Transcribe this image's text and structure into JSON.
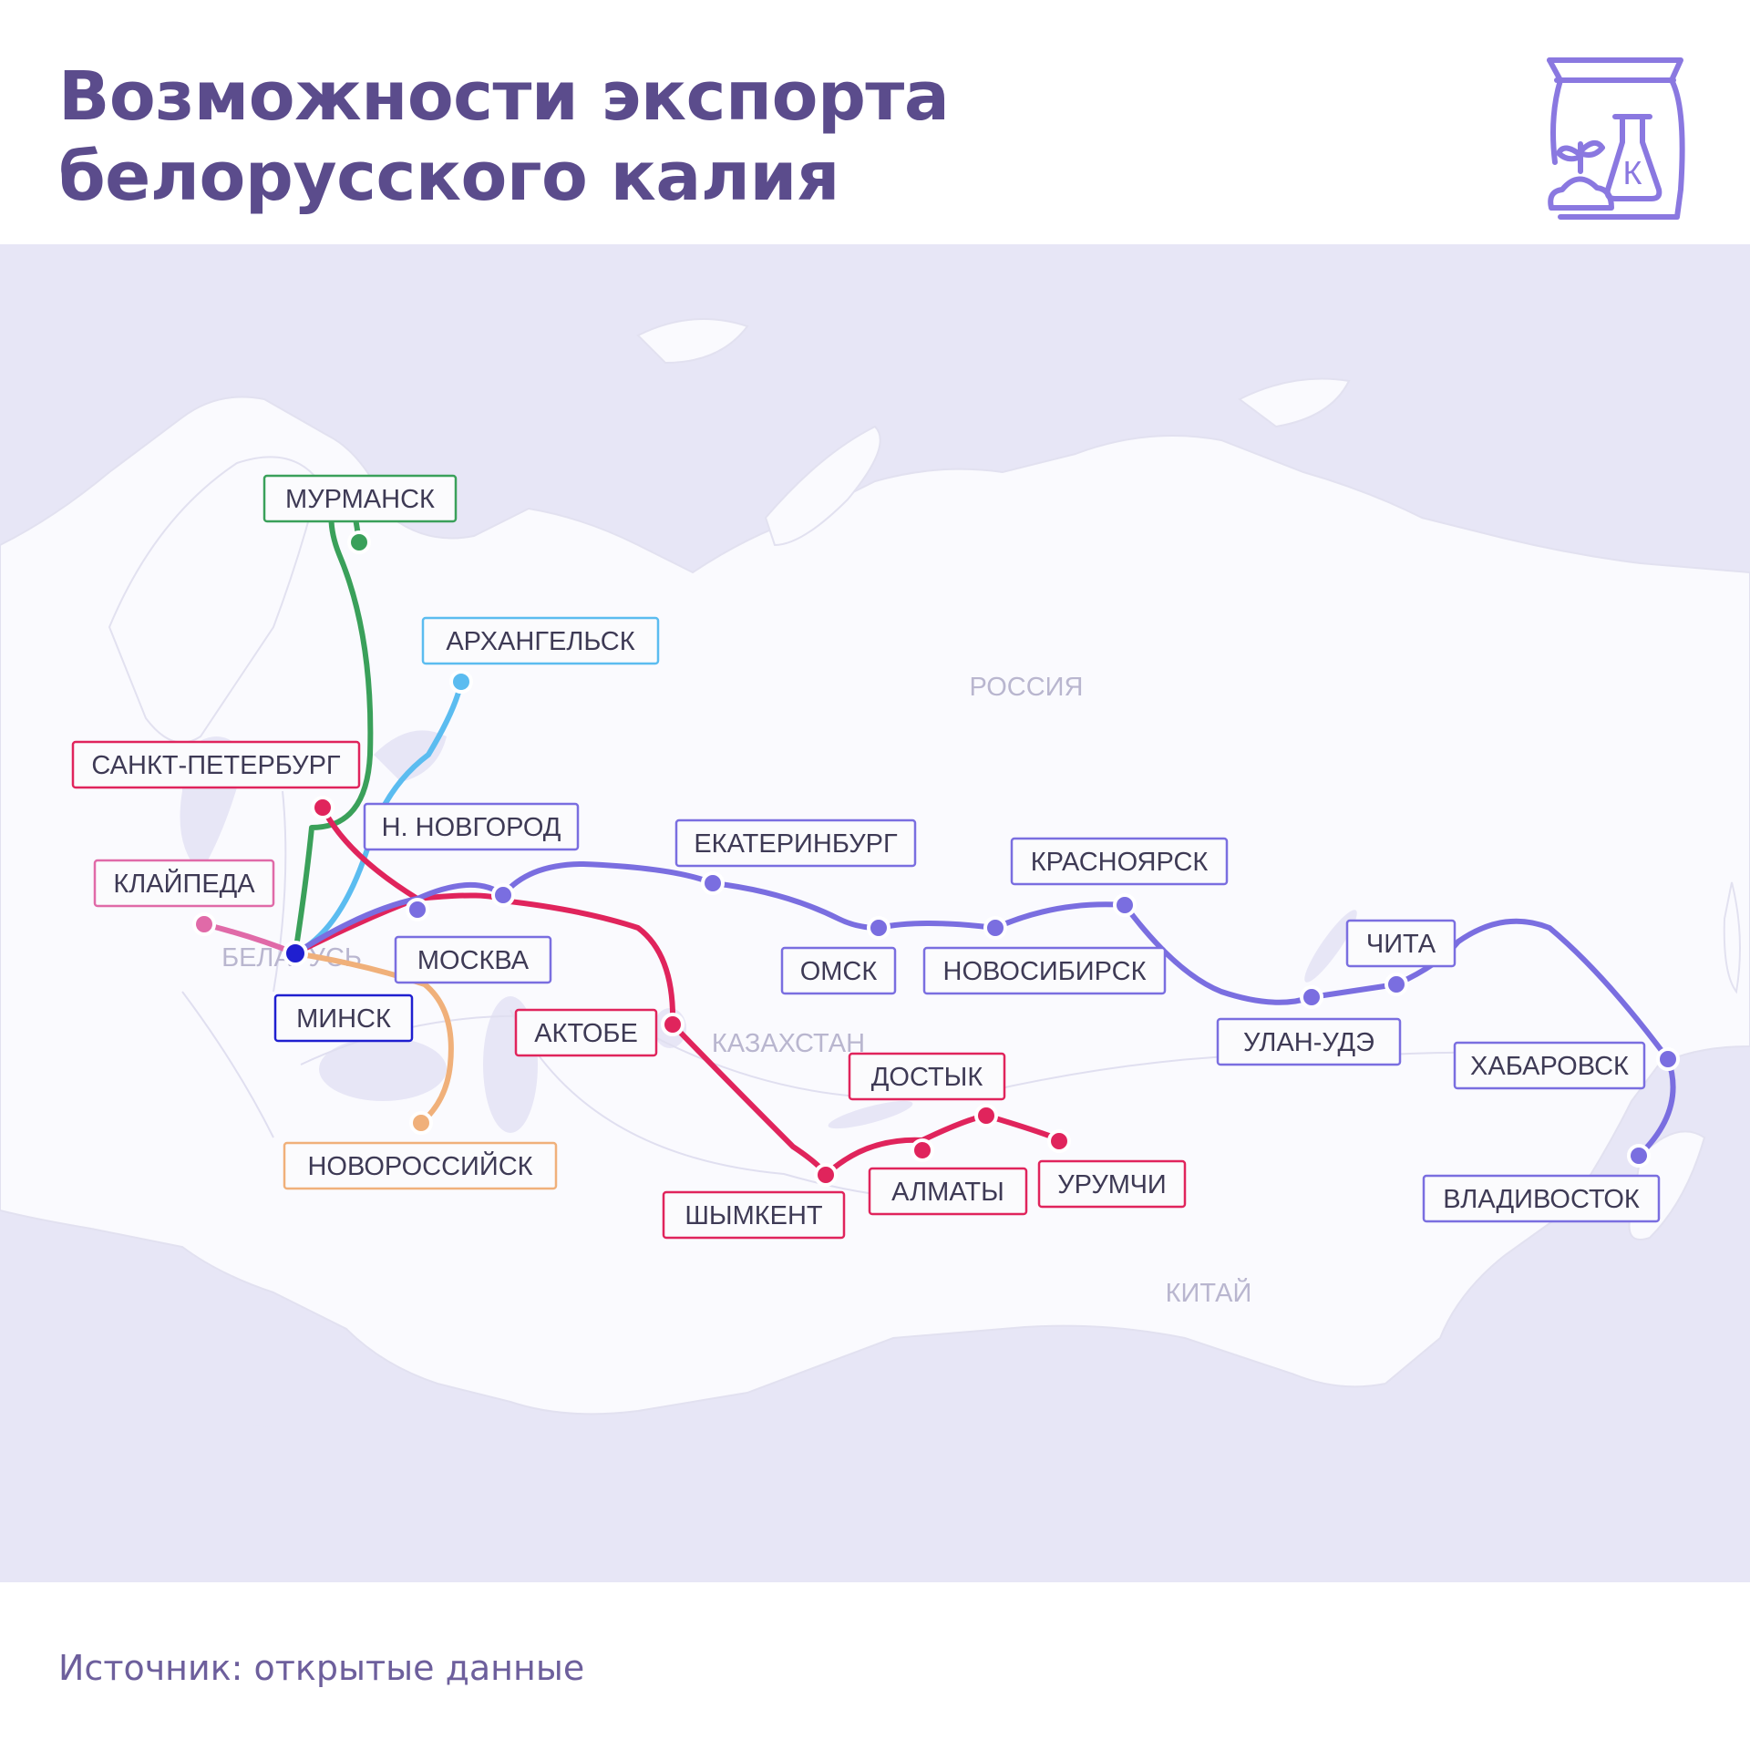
{
  "title": {
    "line1": "Возможности экспорта",
    "line2": "белорусского калия"
  },
  "source": "Источник: открытые данные",
  "logo": {
    "icon": "potash-fertilizer-bag-icon",
    "letter": "К"
  },
  "map": {
    "countries": {
      "russia": "РОССИЯ",
      "kazakhstan": "КАЗАХСТАН",
      "belarus": "БЕЛАРУСЬ",
      "china": "КИТАЙ"
    },
    "cities": {
      "murmansk": "МУРМАНСК",
      "arkhangelsk": "АРХАНГЕЛЬСК",
      "spb": "САНКТ-ПЕТЕРБУРГ",
      "nnovgorod": "Н. НОВГОРОД",
      "klaipeda": "КЛАЙПЕДА",
      "moscow": "МОСКВА",
      "minsk": "МИНСК",
      "ekaterinburg": "ЕКАТЕРИНБУРГ",
      "omsk": "ОМСК",
      "novosibirsk": "НОВОСИБИРСК",
      "krasnoyarsk": "КРАСНОЯРСК",
      "chita": "ЧИТА",
      "ulanude": "УЛАН-УДЭ",
      "khabarovsk": "ХАБАРОВСК",
      "vladivostok": "ВЛАДИВОСТОК",
      "aktobe": "АКТОБЕ",
      "dostyk": "ДОСТЫК",
      "almaty": "АЛМАТЫ",
      "urumqi": "УРУМЧИ",
      "shymkent": "ШЫМКЕНТ",
      "novorossiysk": "НОВОРОССИЙСК"
    },
    "route_colors": {
      "murmansk": "#3aa05a",
      "arkhangelsk": "#5bbcf0",
      "central_asia": "#e0245c",
      "far_east": "#7a6ee0",
      "klaipeda": "#e06aa8",
      "novorossiysk": "#f0b07a",
      "minsk": "#1f1fd0"
    }
  }
}
